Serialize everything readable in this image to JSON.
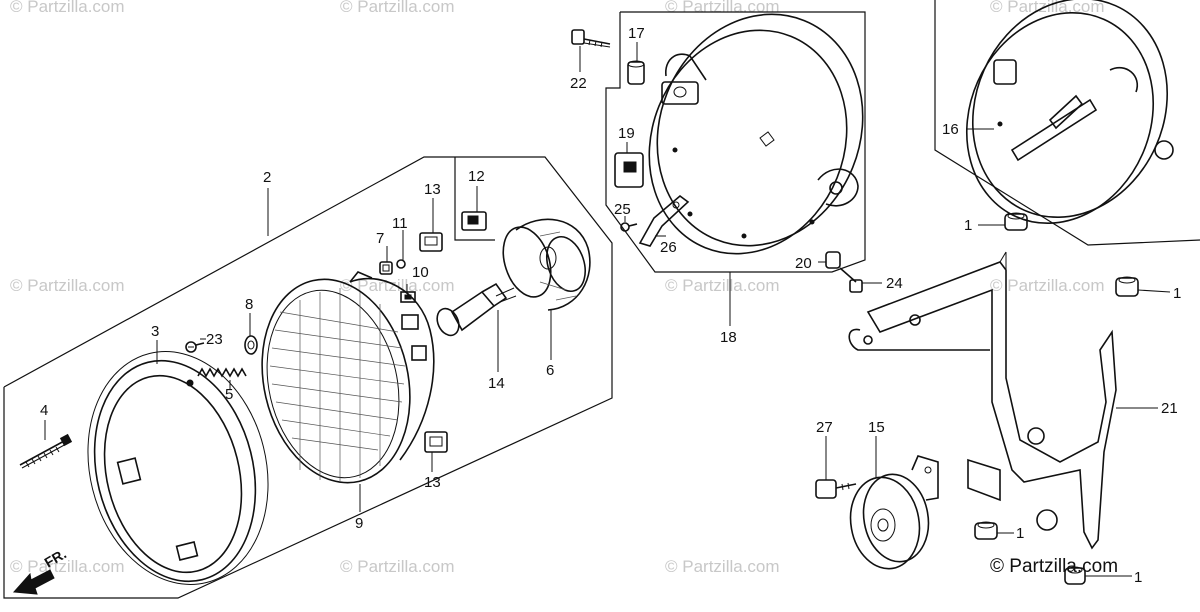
{
  "watermark_text": "© Partzilla.com",
  "copyright_text": "© Partzilla.com",
  "direction_label": "FR.",
  "callouts": {
    "p1a": "1",
    "p1b": "1",
    "p1c": "1",
    "p1d": "1",
    "p2": "2",
    "p3": "3",
    "p4": "4",
    "p5": "5",
    "p6": "6",
    "p7": "7",
    "p8": "8",
    "p9": "9",
    "p10": "10",
    "p11": "11",
    "p12": "12",
    "p13a": "13",
    "p13b": "13",
    "p14": "14",
    "p15": "15",
    "p16": "16",
    "p17": "17",
    "p18": "18",
    "p19": "19",
    "p20": "20",
    "p21": "21",
    "p22": "22",
    "p23": "23",
    "p24": "24",
    "p25": "25",
    "p26": "26",
    "p27": "27"
  }
}
